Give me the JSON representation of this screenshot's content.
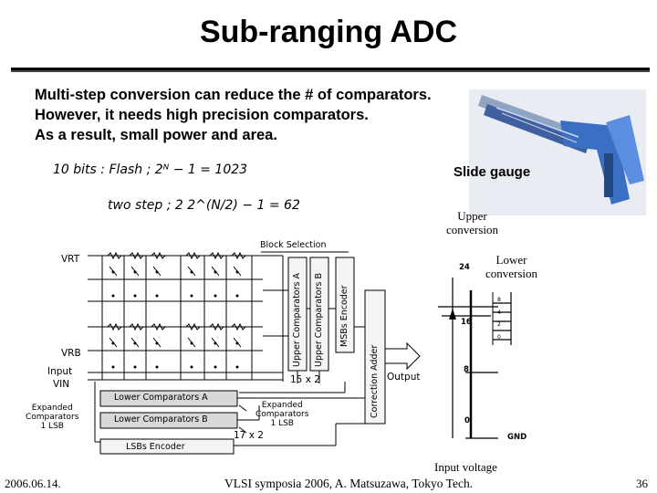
{
  "title": "Sub-ranging ADC",
  "bullets": [
    "Multi-step conversion can reduce the # of comparators.",
    "However, it needs high precision comparators.",
    "As a result, small power and area."
  ],
  "equations": {
    "flash": "10 bits :  Flash ; 2ᴺ − 1 = 1023",
    "two_step": "two step ; 2 2^(N/2) − 1 = 62"
  },
  "photo_caption": "Slide gauge",
  "circuit": {
    "block_selection": "Block Selection",
    "vrt": "VRT",
    "vrb": "VRB",
    "input": "Input",
    "vin": "VIN",
    "upper_comp_a": "Upper Comparators A",
    "upper_comp_b": "Upper Comparators B",
    "msbs_encoder": "MSBs Encoder",
    "correction_adder": "Correction  Adder",
    "output": "Output",
    "upper_count": "15 x 2",
    "lower_comp_a": "Lower Comparators A",
    "lower_comp_b": "Lower Comparators B",
    "lsbs_encoder": "LSBs Encoder",
    "lower_count": "17 x 2",
    "expanded_left": [
      "Expanded",
      "Comparators",
      "1 LSB"
    ],
    "expanded_right": [
      "Expanded",
      "Comparators",
      "1 LSB"
    ]
  },
  "conversion": {
    "upper_label": [
      "Upper",
      "conversion"
    ],
    "lower_label": [
      "Lower",
      "conversion"
    ],
    "levels": [
      "24",
      "16",
      "8",
      "0"
    ],
    "gnd": "GND",
    "fine_ticks": [
      "8",
      "4",
      "2",
      "0"
    ],
    "axis_label": "Input voltage"
  },
  "footer": {
    "date": "2006.06.14.",
    "venue": "VLSI symposia 2006,  A. Matsuzawa, Tokyo Tech.",
    "page": "36"
  }
}
